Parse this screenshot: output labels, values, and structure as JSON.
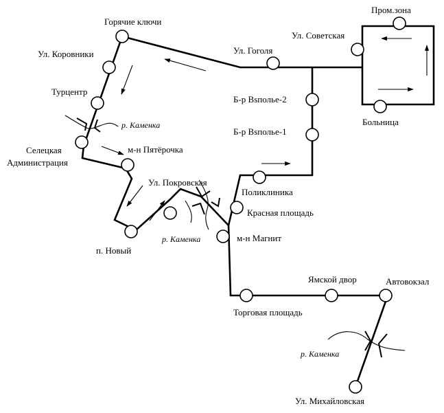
{
  "stops": {
    "prom_zona": "Пром.зона",
    "ul_sovetskaya": "Ул. Советская",
    "bolnitsa": "Больница",
    "ul_gogolya": "Ул. Гоголя",
    "goryachie_klyuchi": "Горячие ключи",
    "ul_korovniki": "Ул. Коровники",
    "turtsentr": "Турцентр",
    "seletskaya_line1": "Селецкая",
    "seletskaya_line2": "Администрация",
    "pyaterochka": "м-н Пятёрочка",
    "vspolye_2": "Б-р Вsполье-2",
    "vspolye_1": "Б-р Вsполье-1",
    "poliklinika": "Поликлиника",
    "ul_pokrovskaya": "Ул. Покровская",
    "krasnaya_ploshchad": "Красная площадь",
    "p_novy": "п. Новый",
    "magnit": "м-н Магнит",
    "yamskoy_dvor": "Ямской двор",
    "avtovokzal": "Автовокзал",
    "torgovaya_ploshchad": "Торговая площадь",
    "ul_mikhaylovskaya": "Ул. Михайловская"
  },
  "rivers": {
    "upper": "р. Каменка",
    "middle": "р. Каменка",
    "lower": "р. Каменка"
  }
}
